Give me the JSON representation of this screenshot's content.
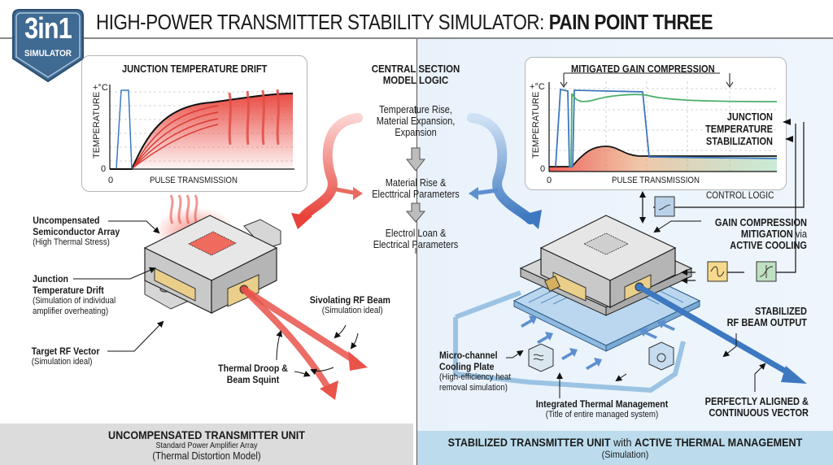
{
  "logo": {
    "big": "3in1",
    "small": "SIMULATOR",
    "color": "#3f6a92"
  },
  "header": {
    "title_regular": "HIGH-POWER TRANSMITTER STABILITY SIMULATOR: ",
    "title_bold": "PAIN POINT THREE"
  },
  "colors": {
    "accent_red": "#e8423a",
    "accent_blue": "#3d78c0",
    "green": "#4caf6a",
    "left_footer_bg": "#dcdcdc",
    "right_footer_bg": "#bcdced",
    "right_bg": "#ebf3fb"
  },
  "left_chart": {
    "title": "JUNCTION TEMPERATURE DRIFT",
    "y_label": "TEMPERATURE",
    "y_top": "+°C",
    "y_zero": "0",
    "x_zero": "0",
    "x_label": "PULSE TRANSMISSION"
  },
  "right_chart": {
    "title": "MITIGATED GAIN COMPRESSION",
    "y_label": "TEMPERATURE",
    "y_top": "+°C",
    "y_zero": "0",
    "x_zero": "0",
    "x_label": "PULSE TRANSMISSION",
    "annotation": [
      "JUNCTION",
      "TEMPERATURE",
      "STABILIZATION"
    ]
  },
  "center": {
    "title_1": "CENTRAL SECTION",
    "title_2": "MODEL LOGIC",
    "step1": [
      "Temperature Rise,",
      "Material Expansion,",
      "Expansion"
    ],
    "step2": [
      "Material Rise &",
      "Electtrical Parameters"
    ],
    "step3": [
      "Electrol Loan &",
      "Electrical Parameters"
    ]
  },
  "left_labels": {
    "array_title": [
      "Uncompensated",
      "Semiconductor Array"
    ],
    "array_sub": "(High Thermal Stress)",
    "drift_title": [
      "Junction",
      "Temperature Drift"
    ],
    "drift_sub": [
      "(Simulation of individual",
      "amplifier overheating)"
    ],
    "vector_title": "Target RF Vector",
    "vector_sub": "(Simulation ideal)",
    "beam_title": "Sivolating RF Beam",
    "beam_sub": "(Simulation ideal)",
    "droop": [
      "Thermal Droop &",
      "Beam Squint"
    ]
  },
  "right_labels": {
    "control_logic": "CONTROL LOGIC",
    "gain_1": "GAIN COMPRESSION",
    "gain_2a": "MITIGATION",
    "gain_2b": " via",
    "gain_3": "ACTIVE COOLING",
    "stab_1": "STABILIZED",
    "stab_2": "RF BEAM OUTPUT",
    "cool_title": [
      "Micro-channel",
      "Cooling Plate"
    ],
    "cool_sub": [
      "(High-efficiency heat",
      "removal simulation)"
    ],
    "itm_title": "Integrated Thermal Management",
    "itm_sub": "(Title of entire managed system)",
    "aligned_1": "PERFECTLY ALIGNED &",
    "aligned_2": "CONTINUOUS VECTOR"
  },
  "left_footer": {
    "title": "UNCOMPENSATED TRANSMITTER UNIT",
    "sub": "Standard Power Amplifier Array",
    "sub2": "(Thermal Distortion Model)"
  },
  "right_footer": {
    "title_a": "STABILIZED TRANSMITTER UNIT",
    "title_b": " with ",
    "title_c": "ACTIVE THERMAL MANAGEMENT",
    "sub": "(Simulation)"
  }
}
